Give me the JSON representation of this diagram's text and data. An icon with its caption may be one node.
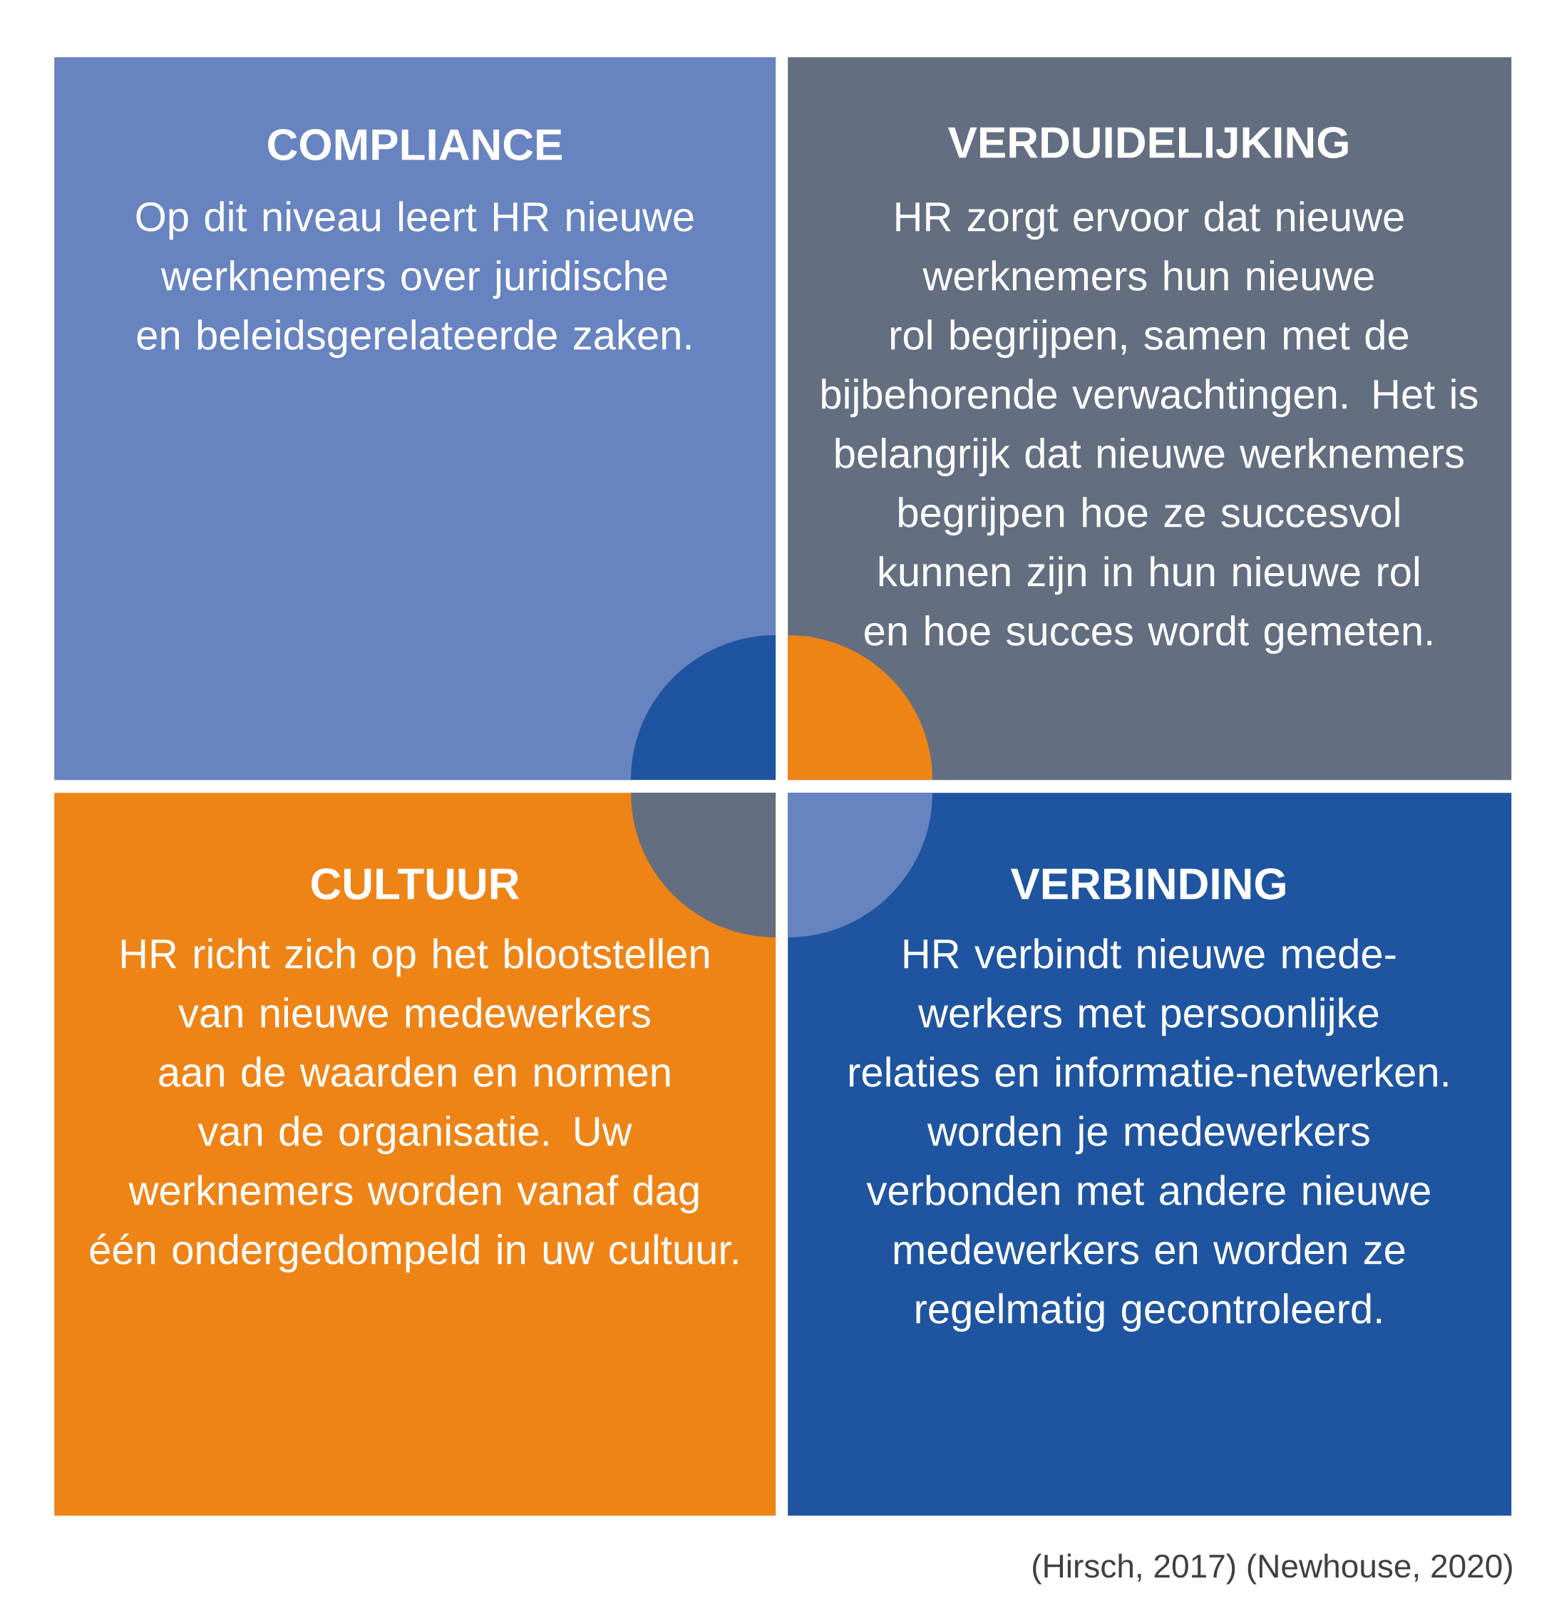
{
  "diagram": {
    "nodes": [
      {
        "text": [
          "COMPLIANCE",
          "Op dit niveau leert HR nieuwe werknemers over juridische en beleidsgerelateerde zaken."
        ]
      },
      {
        "text": [
          "VERDUIDELIJKING",
          "HR zorgt ervoor dat nieuwe werknemers hun nieuwe rol begrijpen, samen met de bijbehorende verwachtingen. Het is belangrijk dat nieuwe werknemers begrijpen hoe ze succesvol kunnen zijn in hun nieuwe rol en hoe succes wordt gemeten."
        ]
      },
      {
        "text": [
          "CULTUUR",
          "HR richt zich op het blootstellen van nieuwe medewerkers aan de waarden en normen van de organisatie. Uw werknemers worden vanaf dag één ondergedompeld in uw cultuur."
        ]
      },
      {
        "text": [
          "VERBINDING",
          "HR verbindt nieuwe mede-werkers met persoonlijke relaties en informatie-netwerken. worden je medewerkers verbonden met andere nieuwe medewerkers en worden ze regelmatig gecontroleerd."
        ]
      }
    ],
    "labels": [
      "(Hirsch, 2017) (Newhouse, 2020)"
    ]
  }
}
